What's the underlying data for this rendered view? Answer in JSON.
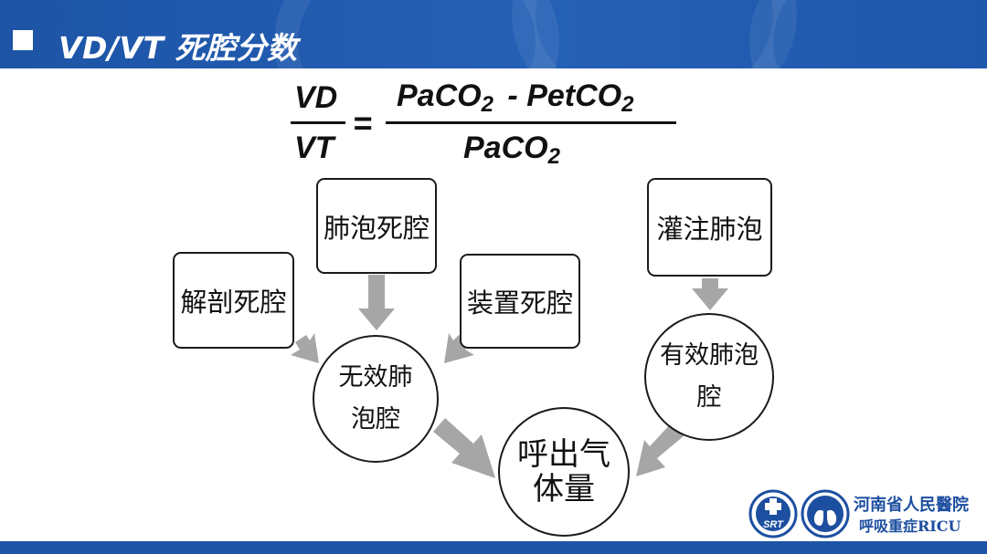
{
  "header": {
    "title": "VD/VT 死腔分数"
  },
  "formula": {
    "lhs_numerator": "VD",
    "lhs_denominator": "VT",
    "equals": "=",
    "rhs_numerator_term1": "PaCO",
    "rhs_numerator_term1_sub": "2",
    "rhs_minus": "-",
    "rhs_numerator_term2": "PetCO",
    "rhs_numerator_term2_sub": "2",
    "rhs_denominator": "PaCO",
    "rhs_denominator_sub": "2"
  },
  "diagram": {
    "anatomical_dead_space": "解剖死腔",
    "alveolar_dead_space": "肺泡死腔",
    "apparatus_dead_space": "装置死腔",
    "perfused_alveoli": "灌注肺泡",
    "ineffective_alveolar_line1": "无效肺",
    "ineffective_alveolar_line2": "泡腔",
    "effective_alveolar_line1": "有效肺泡",
    "effective_alveolar_line2": "腔",
    "exhaled_volume_line1": "呼出气",
    "exhaled_volume_line2": "体量"
  },
  "logo": {
    "badge_text": "SRT",
    "hospital_name": "河南省人民醫院",
    "department": "呼吸重症RICU"
  },
  "colors": {
    "header_blue": "#1d54a6",
    "arrow_gray": "#a6a6a6",
    "logo_blue": "#1d4fa0"
  }
}
